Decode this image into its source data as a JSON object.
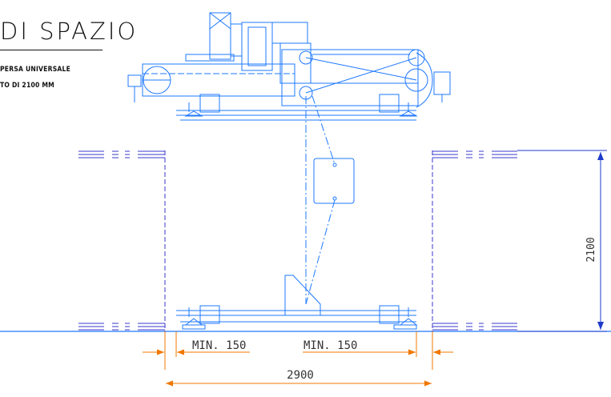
{
  "title": "DI SPAZIO",
  "subtitle_lines": [
    "PERSA UNIVERSALE",
    "TO DI 2100 MM"
  ],
  "dimensions": {
    "height": "2100",
    "width": "2900",
    "min_left": "MIN. 150",
    "min_right": "MIN. 150"
  },
  "colors": {
    "machine": "#1e78ff",
    "dimension": "#f07800",
    "wall": "#3a3acc",
    "ground": "#1e78ff",
    "height_dim": "#1e3acc",
    "text": "#111111"
  }
}
